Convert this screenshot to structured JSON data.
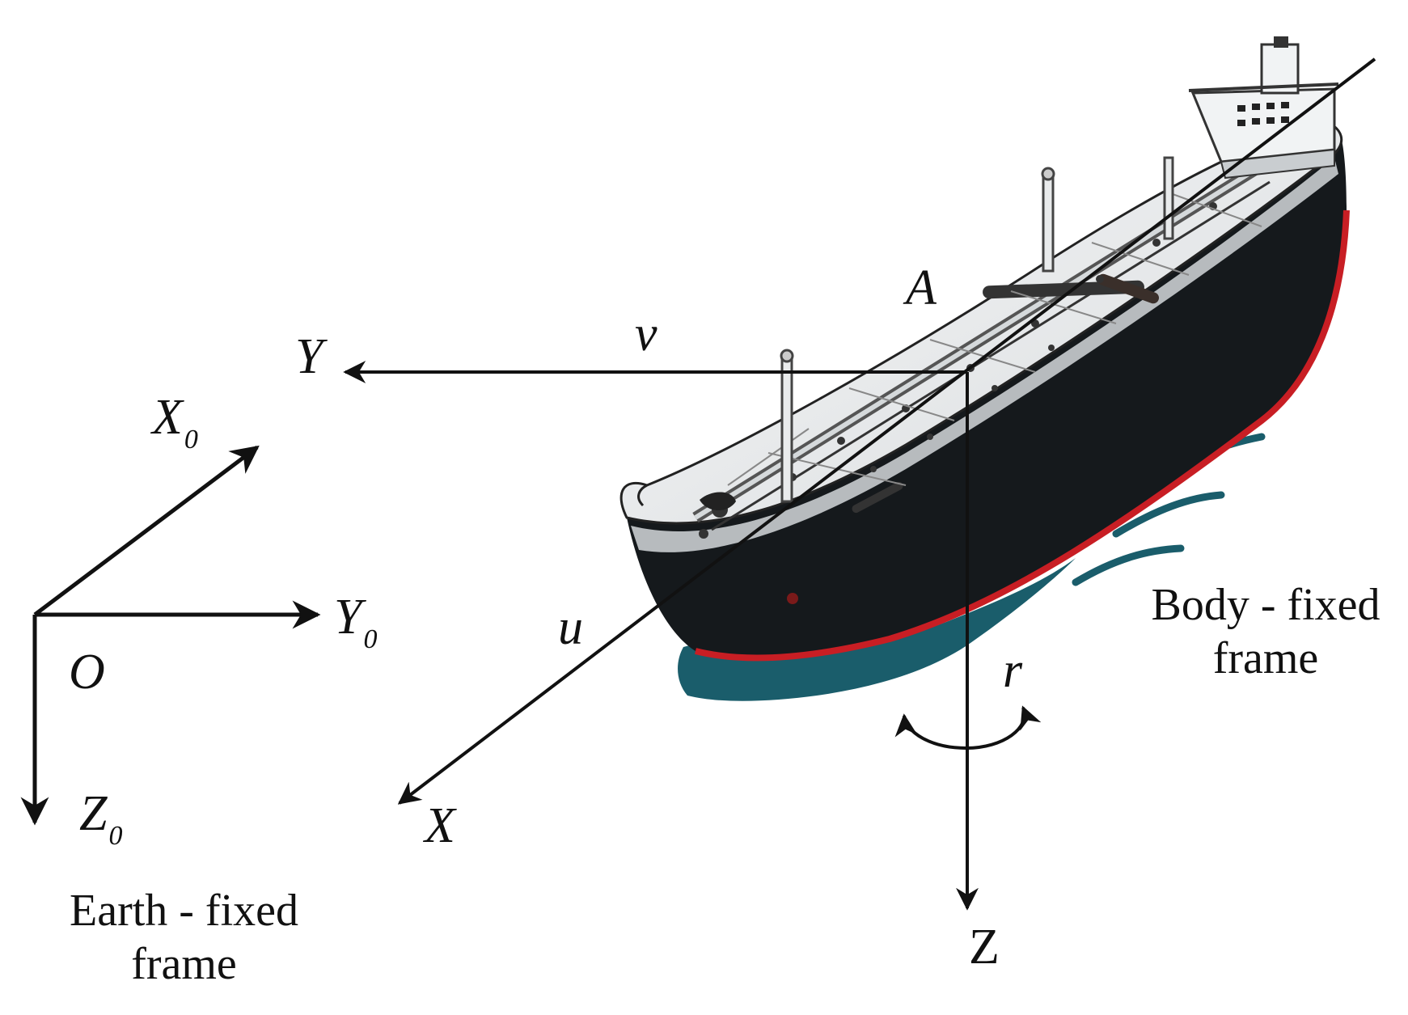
{
  "earth_frame": {
    "origin": "O",
    "x_axis": {
      "symbol": "X",
      "subscript": "0"
    },
    "y_axis": {
      "symbol": "Y",
      "subscript": "0"
    },
    "z_axis": {
      "symbol": "Z",
      "subscript": "0"
    },
    "caption_line1": "Earth - fixed",
    "caption_line2": "frame"
  },
  "body_frame": {
    "x_axis": "X",
    "y_axis": "Y",
    "z_axis": "Z",
    "point": "A",
    "surge_velocity": "u",
    "sway_velocity": "v",
    "yaw_rate": "r",
    "caption_line1": "Body - fixed",
    "caption_line2": "frame"
  },
  "colors": {
    "axis": "#111111",
    "hull": "#15191c",
    "deck": "#eef0f1",
    "waterline": "#c81e24",
    "water": "#1a5d6b"
  }
}
